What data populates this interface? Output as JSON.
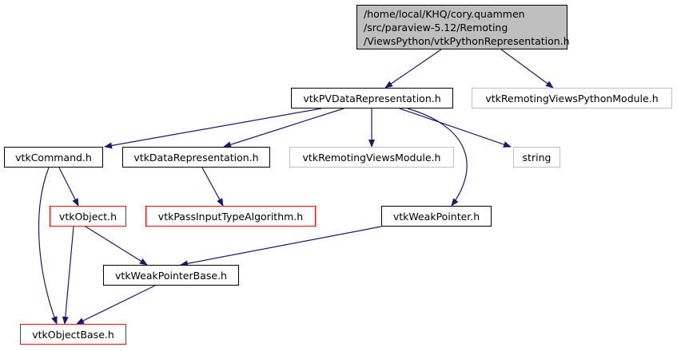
{
  "graph": {
    "root": {
      "lines": [
        "/home/local/KHQ/cory.quammen",
        "/src/paraview-5.12/Remoting",
        "/ViewsPython/vtkPythonRepresentation.h"
      ]
    },
    "nodes": {
      "pvdatarep": "vtkPVDataRepresentation.h",
      "remotingviewspython": "vtkRemotingViewsPythonModule.h",
      "command": "vtkCommand.h",
      "datarep": "vtkDataRepresentation.h",
      "remotingviews": "vtkRemotingViewsModule.h",
      "string": "string",
      "object": "vtkObject.h",
      "passinput": "vtkPassInputTypeAlgorithm.h",
      "weakpointer": "vtkWeakPointer.h",
      "weakpointerbase": "vtkWeakPointerBase.h",
      "objectbase": "vtkObjectBase.h"
    },
    "edges": [
      [
        "root",
        "pvdatarep"
      ],
      [
        "root",
        "remotingviewspython"
      ],
      [
        "pvdatarep",
        "command"
      ],
      [
        "pvdatarep",
        "datarep"
      ],
      [
        "pvdatarep",
        "remotingviews"
      ],
      [
        "pvdatarep",
        "string"
      ],
      [
        "pvdatarep",
        "weakpointer"
      ],
      [
        "command",
        "object"
      ],
      [
        "command",
        "objectbase"
      ],
      [
        "datarep",
        "passinput"
      ],
      [
        "object",
        "weakpointerbase"
      ],
      [
        "object",
        "objectbase"
      ],
      [
        "weakpointer",
        "weakpointerbase"
      ],
      [
        "weakpointerbase",
        "objectbase"
      ]
    ],
    "colors": {
      "edge": "#191970",
      "root_fill": "#bfbfbf",
      "documented_border": "#000000",
      "undocumented_border": "#bfbfbf",
      "truncated_border": "#ff0000"
    }
  }
}
